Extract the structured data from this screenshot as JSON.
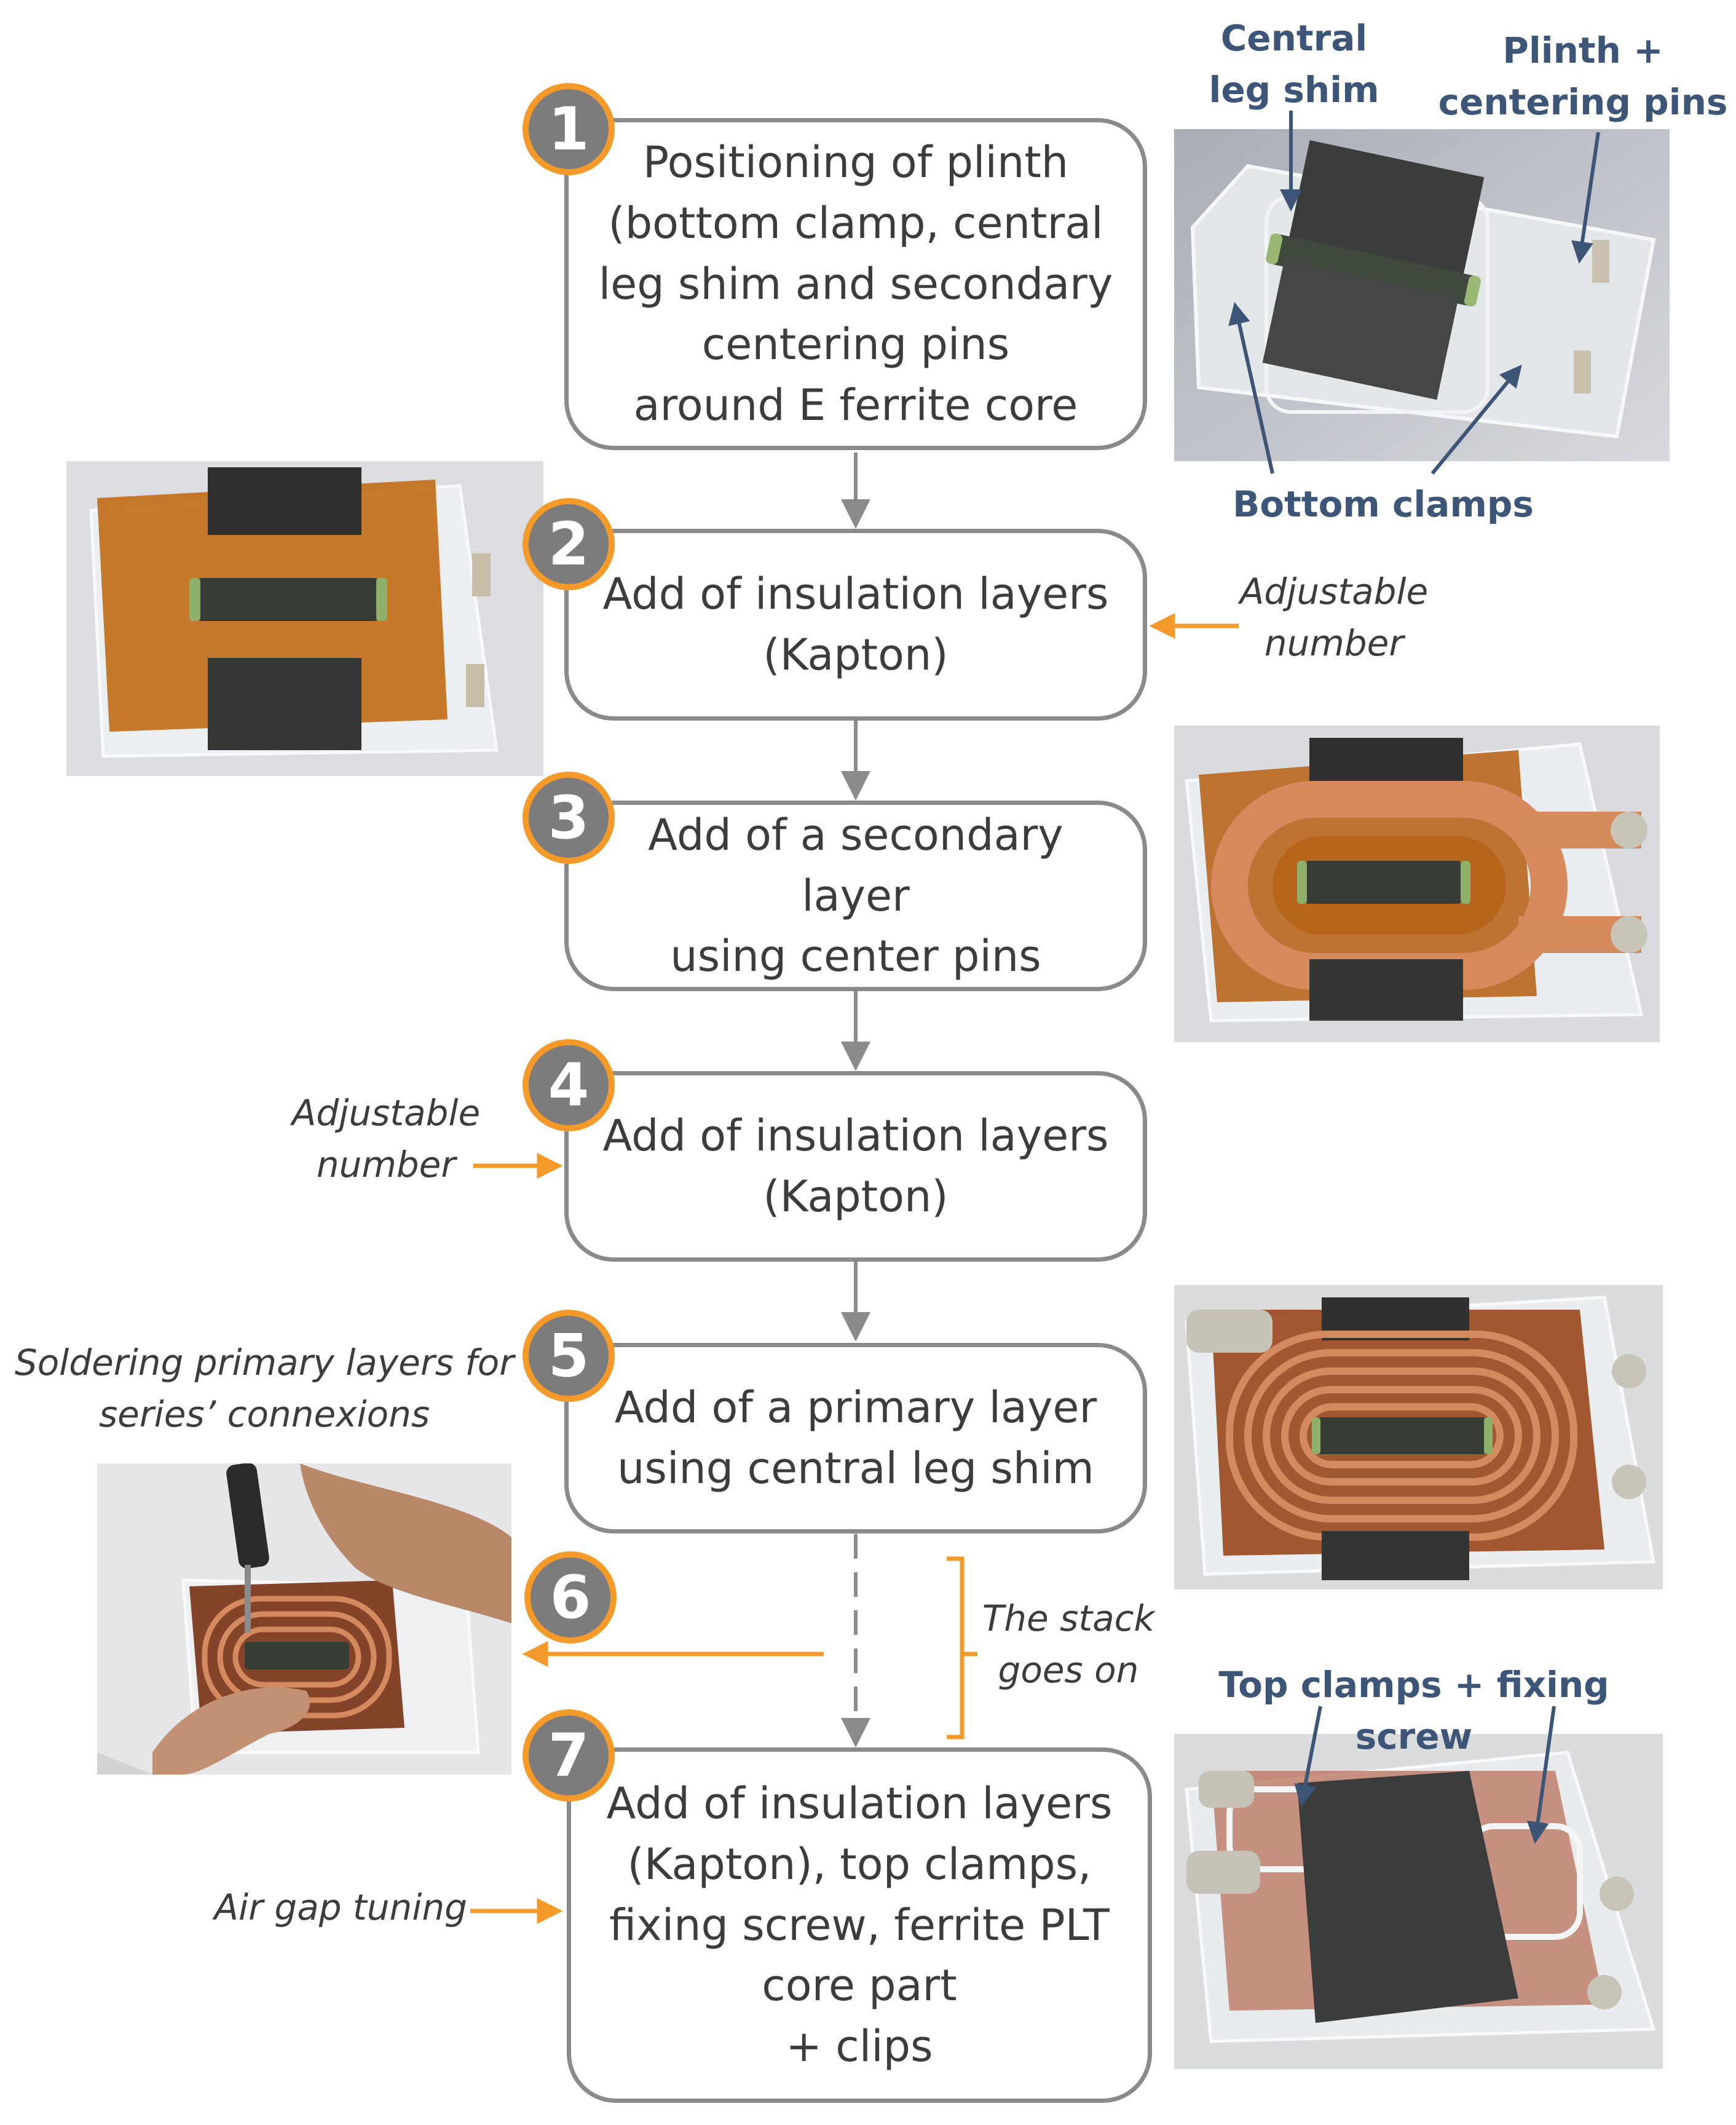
{
  "colors": {
    "accent": "#f39a2b",
    "badge_fill": "#7c7c7c",
    "box_border": "#8a8a8a",
    "callout_text": "#3d5576"
  },
  "steps": [
    {
      "number": "1",
      "text": "Positioning of plinth\n(bottom clamp, central\nleg shim and secondary\ncentering pins\naround E ferrite core"
    },
    {
      "number": "2",
      "text": "Add of insulation layers\n(Kapton)"
    },
    {
      "number": "3",
      "text": "Add of a secondary layer\nusing center pins"
    },
    {
      "number": "4",
      "text": "Add of insulation layers\n(Kapton)"
    },
    {
      "number": "5",
      "text": "Add of a primary layer\nusing central leg shim"
    },
    {
      "number": "6"
    },
    {
      "number": "7",
      "text": "Add of insulation layers\n(Kapton), top clamps,\nfixing screw, ferrite PLT\ncore part\n+ clips"
    }
  ],
  "notes": {
    "adjustable_right": "Adjustable\nnumber",
    "adjustable_left": "Adjustable\nnumber",
    "soldering": "Soldering primary layers for\nseries’ connexions",
    "stack": "The stack\ngoes on",
    "air_gap": "Air gap tuning"
  },
  "photo_labels": {
    "central_leg_shim": "Central\nleg shim",
    "plinth_pins": "Plinth +\ncentering pins",
    "bottom_clamps": "Bottom clamps",
    "top_clamps": "Top clamps + fixing screw"
  }
}
